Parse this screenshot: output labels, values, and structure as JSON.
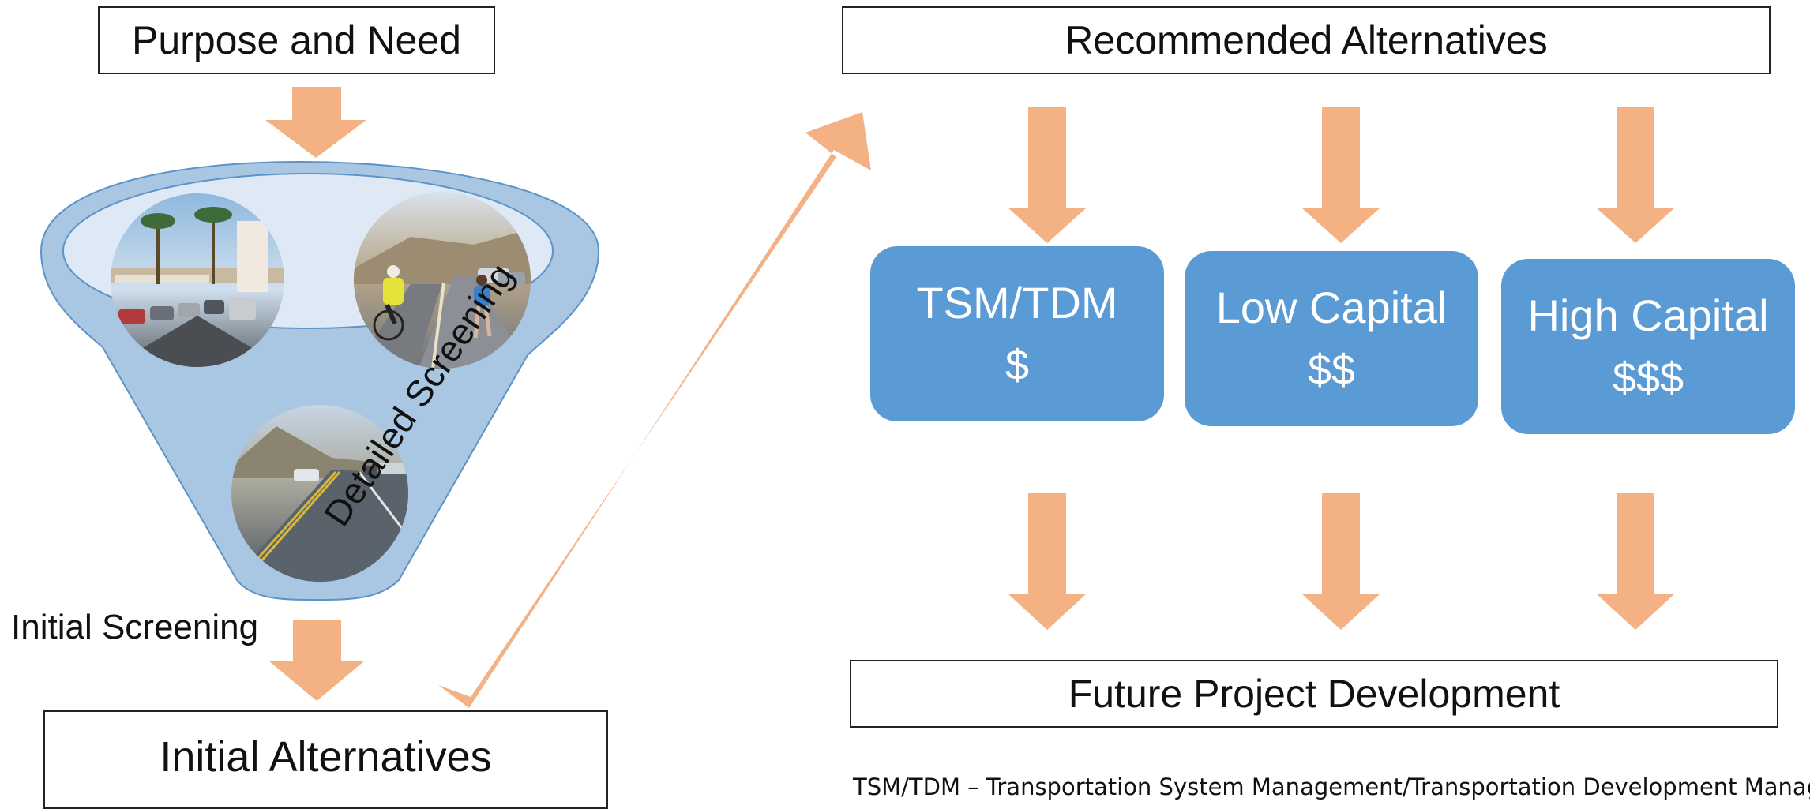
{
  "colors": {
    "arrow": "#f4b183",
    "option_box": "#5b9bd5",
    "funnel_outer": "#a9c6e3",
    "funnel_inner": "#dfe9f5",
    "funnel_stroke": "#5e93c8"
  },
  "top_left_box": "Purpose and Need",
  "funnel_photos": [
    "beach-street-photo-icon",
    "bike-path-photo-icon",
    "coastal-highway-photo-icon"
  ],
  "initial_screening_label": "Initial Screening",
  "detailed_screening_label": "Detailed Screening",
  "bottom_left_box": "Initial Alternatives",
  "recommended_box": "Recommended Alternatives",
  "alternatives": [
    {
      "title": "TSM/TDM",
      "cost": "$"
    },
    {
      "title": "Low Capital",
      "cost": "$$"
    },
    {
      "title": "High Capital",
      "cost": "$$$"
    }
  ],
  "future_box": "Future Project Development",
  "footnote": "TSM/TDM – Transportation System Management/Transportation Development Management"
}
